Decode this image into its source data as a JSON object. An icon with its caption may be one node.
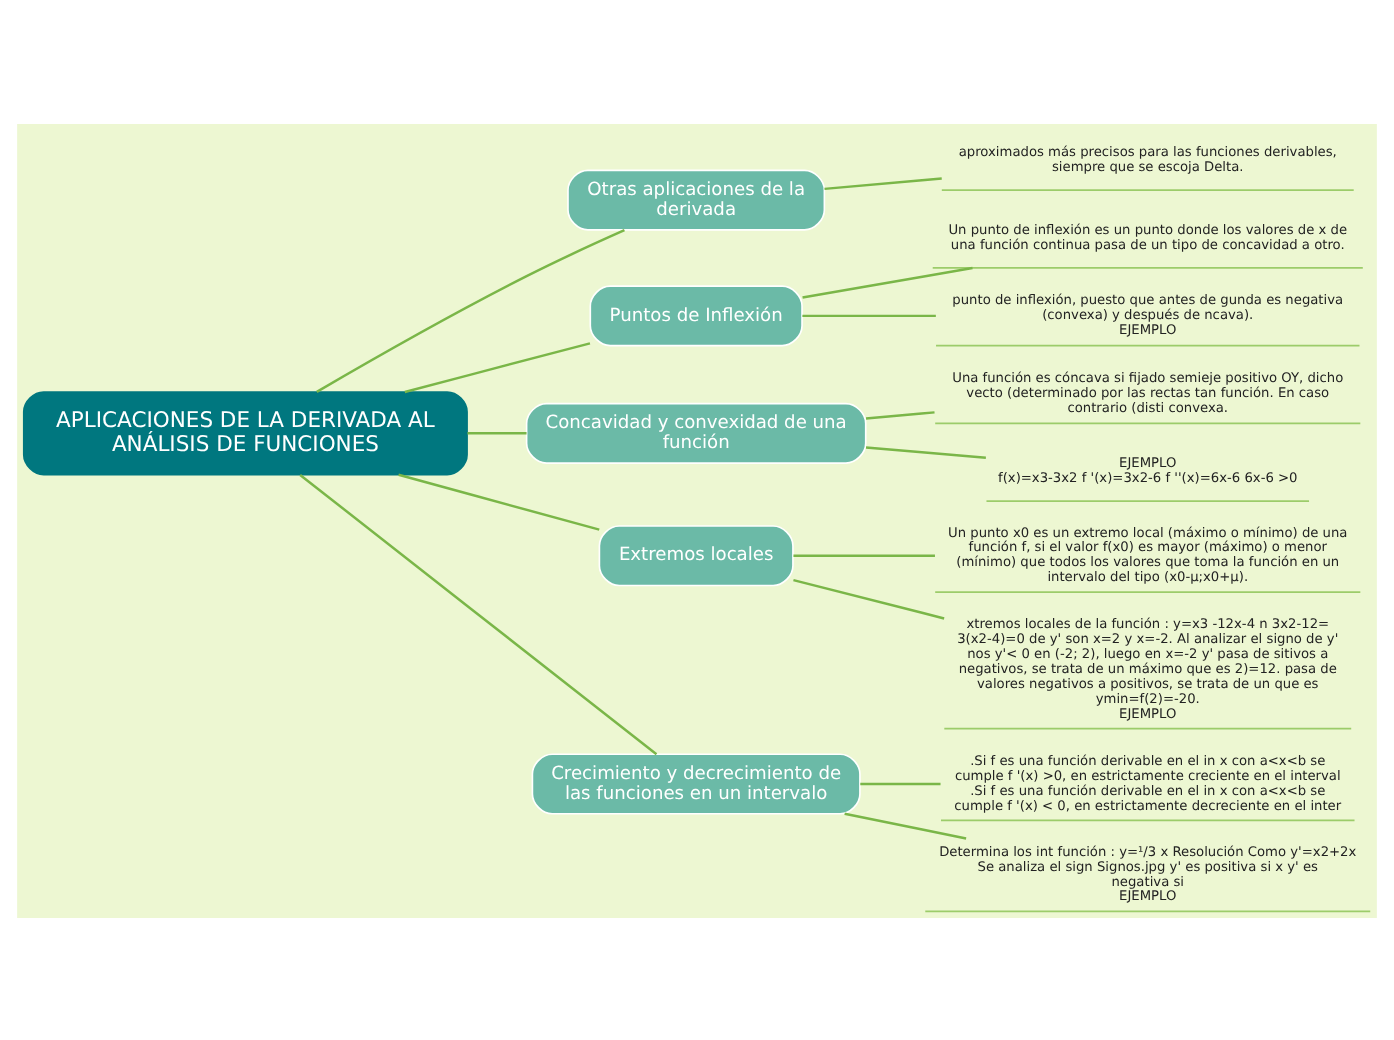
{
  "diagram": {
    "nodes": [
      {
        "text": [
          "APLICACIONES DE LA DERIVADA AL ANÁLISIS DE FUNCIONES"
        ]
      },
      {
        "text": [
          "Otras aplicaciones de la derivada"
        ]
      },
      {
        "text": [
          "aproximados más precisos para las funciones derivables, siempre que se escoja Delta."
        ]
      },
      {
        "text": [
          "Puntos de Inflexión"
        ]
      },
      {
        "text": [
          "Un punto de inflexión es un punto donde los valores de x de una función continua pasa de un tipo de concavidad a otro."
        ]
      },
      {
        "text": [
          "punto de inflexión, puesto que antes de gunda es negativa (convexa) y después de ncava).",
          "EJEMPLO"
        ]
      },
      {
        "text": [
          "Concavidad y convexidad de una función"
        ]
      },
      {
        "text": [
          "Una función es cóncava si fijado semieje positivo OY, dicho vecto (determinado por las rectas tan función. En caso contrario (disti convexa."
        ]
      },
      {
        "text": [
          "EJEMPLO",
          "f(x)=x3-3x2 f '(x)=3x2-6 f ''(x)=6x-6 6x-6 >0"
        ]
      },
      {
        "text": [
          "Extremos locales"
        ]
      },
      {
        "text": [
          "Un punto x0 es un extremo local (máximo o mínimo) de una función f, si el valor f(x0) es mayor (máximo) o menor (mínimo) que todos los valores que toma la función en un intervalo del tipo (x0-μ;x0+μ)."
        ]
      },
      {
        "text": [
          "xtremos locales de la función : y=x3 -12x-4 n 3x2-12= 3(x2-4)=0 de y' son x=2 y x=-2. Al analizar el signo de y' nos y'< 0 en (-2; 2), luego en x=-2 y' pasa de sitivos a negativos, se trata de un máximo que es 2)=12. pasa de valores negativos a positivos, se trata de un que es ymin=f(2)=-20.",
          "EJEMPLO"
        ]
      },
      {
        "text": [
          "Crecimiento y decrecimiento de las funciones en un intervalo"
        ]
      },
      {
        "text": [
          ".Si f es una función derivable en el in x con a<x<b se cumple f '(x) >0, en estrictamente creciente en el interval .Si f es una función derivable en el in x con a<x<b se cumple f '(x) < 0, en estrictamente decreciente en el inter"
        ]
      },
      {
        "text": [
          "Determina los int función : y=¹/3 x Resolución Como y'=x2+2x Se analiza el sign Signos.jpg y' es positiva si x y' es negativa si",
          "EJEMPLO"
        ]
      }
    ],
    "edges": [
      {
        "from": 0,
        "to": 1,
        "arrow": "none"
      },
      {
        "from": 1,
        "to": 2,
        "arrow": "none"
      },
      {
        "from": 0,
        "to": 3,
        "arrow": "none"
      },
      {
        "from": 3,
        "to": 4,
        "arrow": "none"
      },
      {
        "from": 3,
        "to": 5,
        "arrow": "none"
      },
      {
        "from": 0,
        "to": 6,
        "arrow": "none"
      },
      {
        "from": 6,
        "to": 7,
        "arrow": "none"
      },
      {
        "from": 6,
        "to": 8,
        "arrow": "none"
      },
      {
        "from": 0,
        "to": 9,
        "arrow": "none"
      },
      {
        "from": 9,
        "to": 10,
        "arrow": "none"
      },
      {
        "from": 9,
        "to": 11,
        "arrow": "none"
      },
      {
        "from": 0,
        "to": 12,
        "arrow": "none"
      },
      {
        "from": 12,
        "to": 13,
        "arrow": "none"
      },
      {
        "from": 12,
        "to": 14,
        "arrow": "none"
      }
    ]
  }
}
